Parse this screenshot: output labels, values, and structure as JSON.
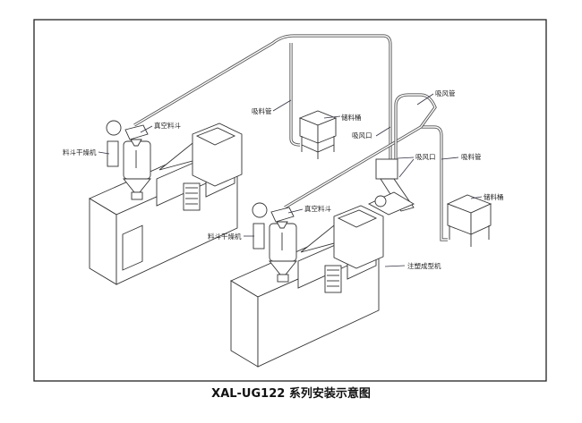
{
  "labels": {
    "vacuum_hopper_1": "真空料斗",
    "hopper_dryer_1": "料斗干燥机",
    "suction_pipe_1": "吸料管",
    "storage_bin_1": "储料桶",
    "air_suction_pipe": "吸风管",
    "air_inlet_1": "吸风口",
    "air_inlet_2": "吸风口",
    "suction_pipe_2": "吸料管",
    "storage_bin_2": "储料桶",
    "vacuum_hopper_2": "真空料斗",
    "hopper_dryer_2": "料斗干燥机",
    "injection_machine": "注塑成型机"
  },
  "caption": "XAL-UG122 系列安装示意图"
}
